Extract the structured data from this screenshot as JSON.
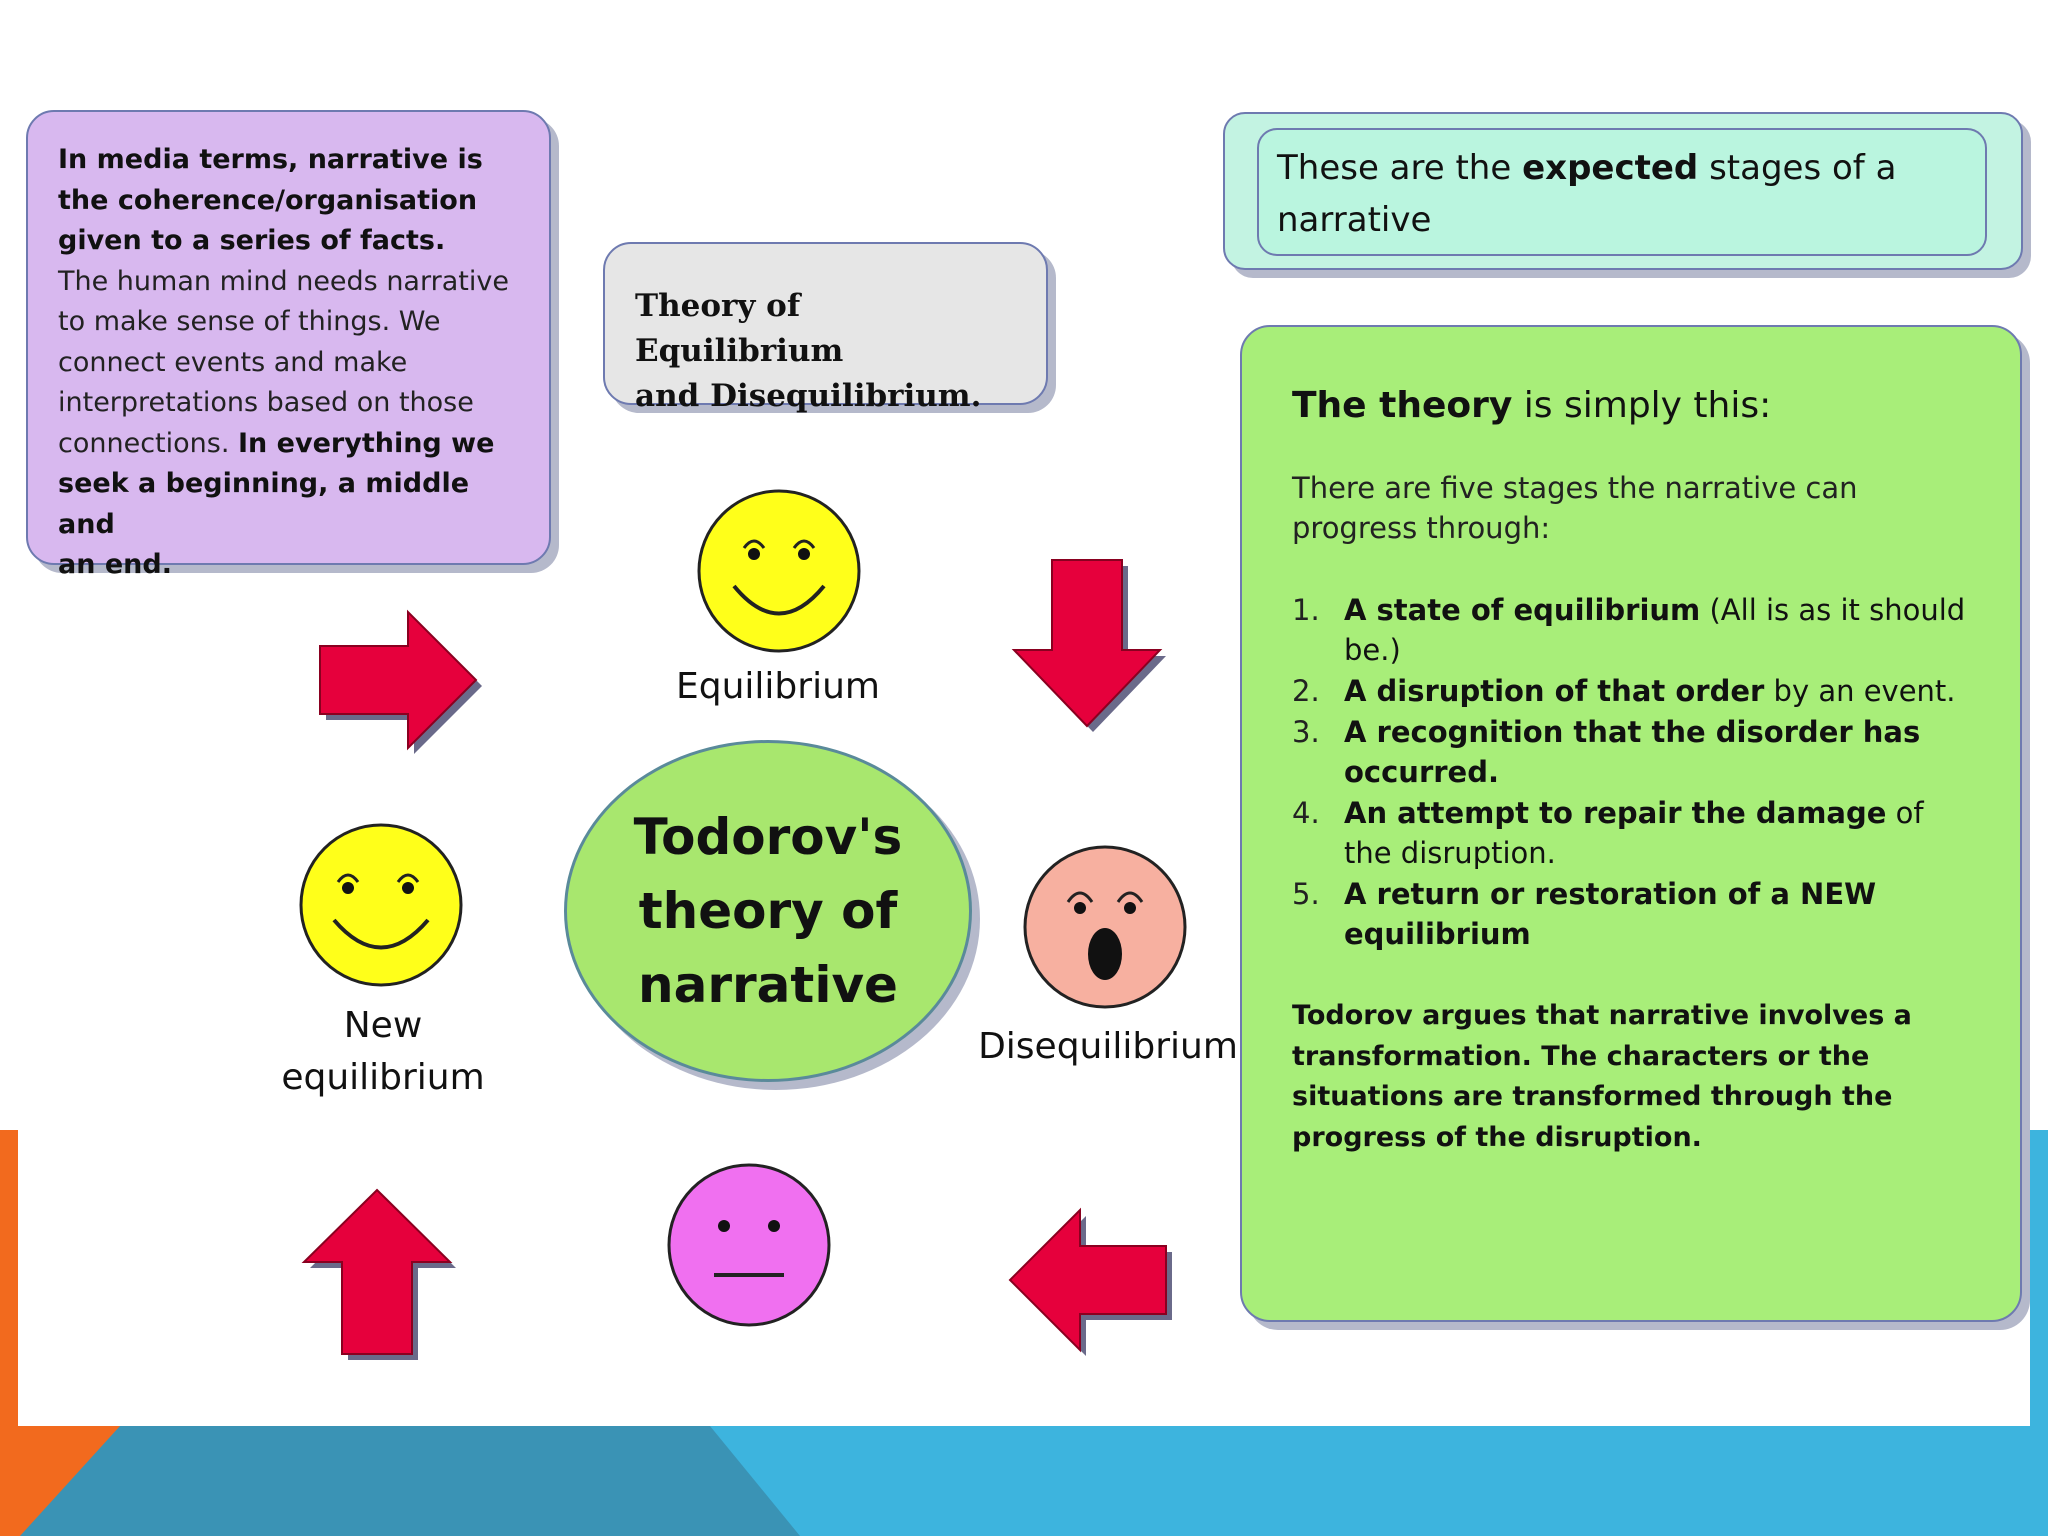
{
  "intro_box": {
    "line1": "In media terms, narrative is",
    "line2": "the coherence/organisation",
    "line3": "given to a series of facts.",
    "line4": "The human mind needs narrative",
    "line5": "to make sense of things. We",
    "line6": "connect events and make",
    "line7": "interpretations based on those",
    "line8a": "connections.",
    "line8b": "In everything we",
    "line9": "seek a beginning, a middle and",
    "line10": "an end."
  },
  "title_box": {
    "line1": "Theory of Equilibrium",
    "line2": "and Disequilibrium."
  },
  "expected_box": {
    "pre": "These are the",
    "bold": "expected",
    "post": "stages of a",
    "line2": "narrative"
  },
  "theory_box": {
    "heading_bold": "The theory",
    "heading_rest": "is simply this:",
    "intro": "There are five stages the narrative can progress through:",
    "stages": [
      {
        "num": "1.",
        "bold": "A state of equilibrium",
        "rest": " (All is as it should be.)"
      },
      {
        "num": "2.",
        "bold": "A disruption of that order",
        "rest": " by an event."
      },
      {
        "num": "3.",
        "bold": "A recognition that the disorder has occurred.",
        "rest": ""
      },
      {
        "num": "4.",
        "bold": "An attempt to repair the damage",
        "rest": " of the disruption."
      },
      {
        "num": "5.",
        "bold": "A return or restoration of a NEW equilibrium",
        "rest": ""
      }
    ],
    "conclusion": "Todorov argues that narrative involves a transformation. The characters or the situations are transformed through the progress of the disruption."
  },
  "center": {
    "title": "Todorov's theory of narrative"
  },
  "faces": {
    "equilibrium": {
      "label": "Equilibrium",
      "color": "#ffff1a",
      "icon": "happy-face-icon"
    },
    "disequilibrium": {
      "label": "Disequilibrium",
      "color": "#f7b0a0",
      "icon": "shocked-face-icon"
    },
    "recognition": {
      "label": "",
      "color": "#f070f0",
      "icon": "neutral-face-icon"
    },
    "new_equilibrium": {
      "label_line1": "New",
      "label_line2": "equilibrium",
      "color": "#ffff1a",
      "icon": "happy-face-icon"
    }
  },
  "colors": {
    "arrow": "#e6003c",
    "purple_box": "#d8b8ef",
    "green_box": "#a8ee79",
    "cyan_box": "#c3f3e2",
    "footer_blue": "#3db4de",
    "footer_orange": "#f26a1e"
  }
}
